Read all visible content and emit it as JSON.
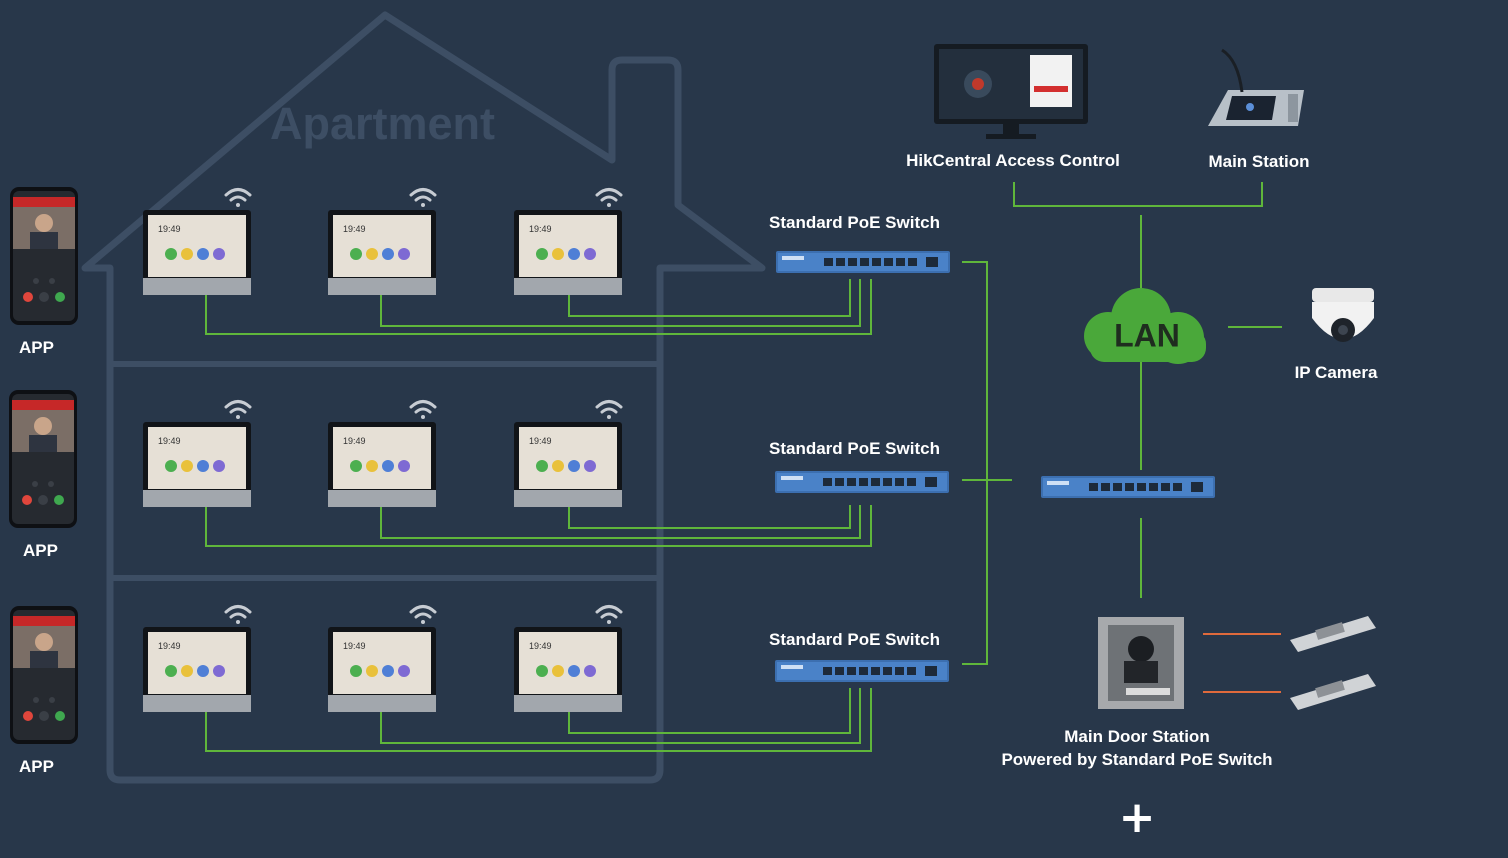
{
  "building": {
    "title": "Apartment"
  },
  "apps": [
    "APP",
    "APP",
    "APP"
  ],
  "indoor_monitor": {
    "time": "19:49"
  },
  "switches": [
    "Standard PoE Switch",
    "Standard PoE Switch",
    "Standard PoE Switch"
  ],
  "network": {
    "cloud_label": "LAN"
  },
  "top_devices": {
    "software": "HikCentral Access Control",
    "main_station": "Main Station"
  },
  "camera": {
    "label": "IP Camera"
  },
  "door_station": {
    "line1": "Main Door Station",
    "line2": "Powered by Standard PoE Switch"
  },
  "footer": {
    "plus": "+"
  },
  "colors": {
    "background": "#28374a",
    "outline": "#3d4e64",
    "green_link": "#5fb63b",
    "orange_link": "#e06a3c",
    "cloud": "#4aa83a"
  }
}
